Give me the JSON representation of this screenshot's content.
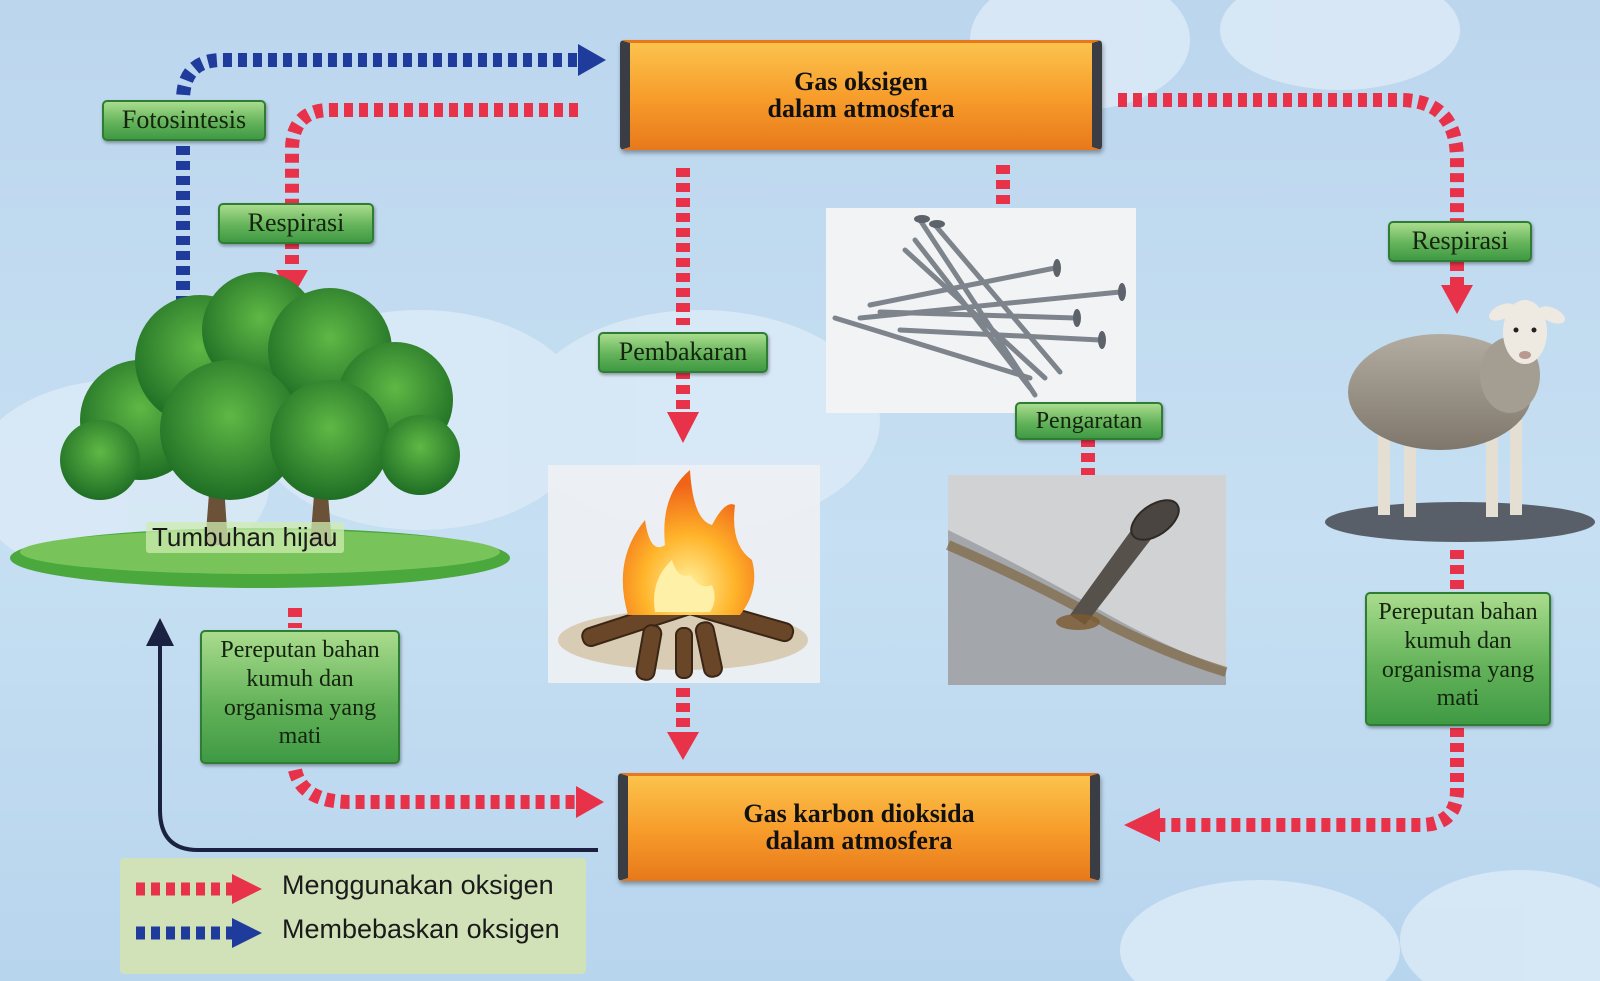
{
  "atmosphere": {
    "oxygen_line1": "Gas oksigen",
    "oxygen_line2": "dalam atmosfera",
    "carbon_line1": "Gas karbon dioksida",
    "carbon_line2": "dalam atmosfera"
  },
  "labels": {
    "fotosintesis": "Fotosintesis",
    "respirasi_left": "Respirasi",
    "respirasi_right": "Respirasi",
    "pembakaran": "Pembakaran",
    "pengaratan": "Pengaratan",
    "tumbuhan_hijau": "Tumbuhan hijau",
    "pereputan_left": "Pereputan bahan kumuh dan organisma yang mati",
    "pereputan_right": "Pereputan bahan kumuh dan organisma yang mati"
  },
  "legend": {
    "uses_oxygen": "Menggunakan oksigen",
    "releases_oxygen": "Membebaskan oksigen"
  },
  "colors": {
    "uses_oxygen_arrow": "#e8324a",
    "releases_oxygen_arrow": "#1f3b9c",
    "label_green": "#5fb35a",
    "atmosphere_orange": "#f79b2a",
    "co2_to_plant_arrow": "#1b2140"
  }
}
